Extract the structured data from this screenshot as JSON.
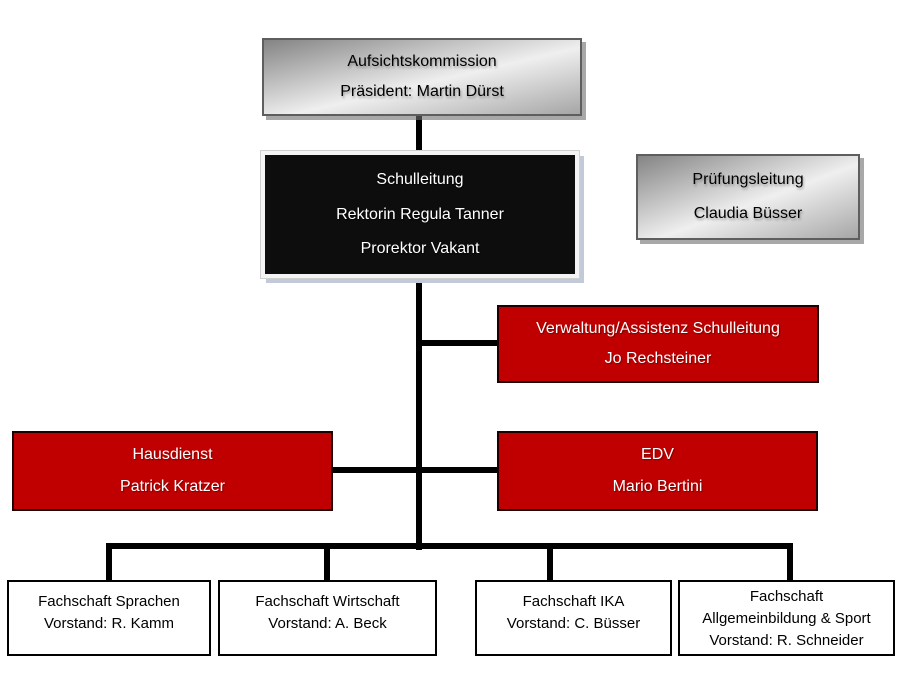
{
  "boxes": {
    "aufsichtskommission": {
      "title": "Aufsichtskommission",
      "person": "Präsident: Martin Dürst"
    },
    "schulleitung": {
      "title": "Schulleitung",
      "person1": "Rektorin Regula Tanner",
      "person2": "Prorektor Vakant"
    },
    "pruefungsleitung": {
      "title": "Prüfungsleitung",
      "person": "Claudia Büsser"
    },
    "verwaltung": {
      "title": "Verwaltung/Assistenz Schulleitung",
      "person": "Jo Rechsteiner"
    },
    "hausdienst": {
      "title": "Hausdienst",
      "person": "Patrick Kratzer"
    },
    "edv": {
      "title": "EDV",
      "person": "Mario Bertini"
    },
    "fachschaft_sprachen": {
      "title": "Fachschaft Sprachen",
      "person": "Vorstand: R. Kamm"
    },
    "fachschaft_wirtschaft": {
      "title": "Fachschaft Wirtschaft",
      "person": "Vorstand: A. Beck"
    },
    "fachschaft_ika": {
      "title": "Fachschaft IKA",
      "person": "Vorstand: C. Büsser"
    },
    "fachschaft_allgemeinbildung": {
      "title": "Fachschaft",
      "title2": "Allgemeinbildung & Sport",
      "person": "Vorstand: R. Schneider"
    }
  },
  "colors": {
    "red_box": "#C00000",
    "black_box": "#0D0D0D",
    "gray_box_border": "#5E5E5E",
    "connector": "#000000",
    "leaf_border": "#000000",
    "text_on_dark": "#FFFFFF",
    "text_on_light": "#000000"
  }
}
